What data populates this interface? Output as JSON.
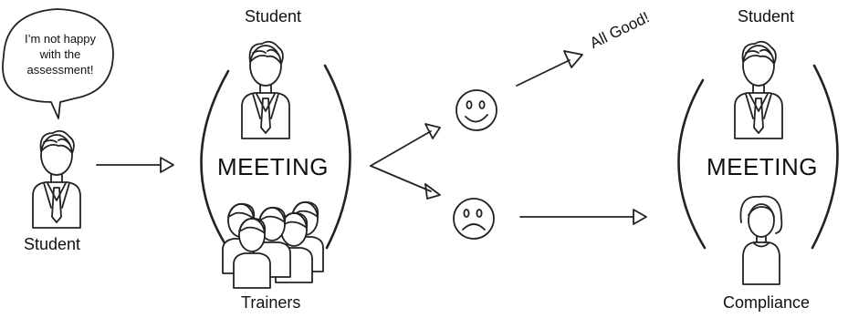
{
  "speech_bubble": {
    "text_lines": [
      "I’m not happy",
      "with the",
      "assessment!"
    ]
  },
  "left_student": {
    "label": "Student"
  },
  "meeting1": {
    "title": "MEETING",
    "top_label": "Student",
    "bottom_label": "Trainers"
  },
  "outcome_good": {
    "label": "All Good!"
  },
  "meeting2": {
    "title": "MEETING",
    "top_label": "Student",
    "bottom_label": "Compliance"
  }
}
